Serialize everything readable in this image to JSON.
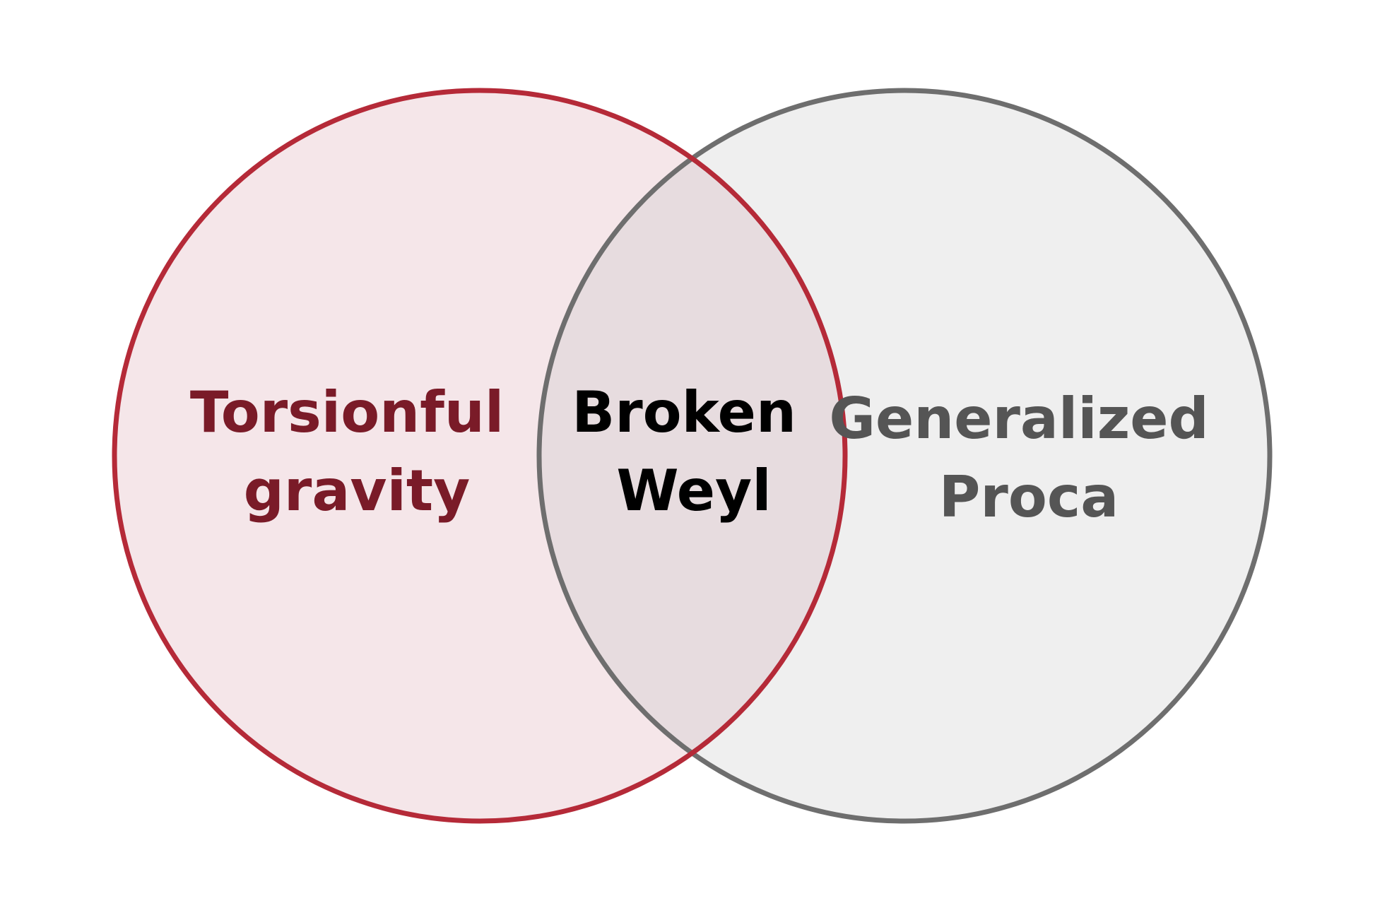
{
  "venn": {
    "left_set": {
      "label_line1": "Torsionful",
      "label_line2": "gravity",
      "stroke_color": "#b52a38",
      "fill_color": "#f5e6e9",
      "text_color": "#7a1b28"
    },
    "right_set": {
      "label_line1": "Generalized",
      "label_line2": "Proca",
      "stroke_color": "#6e6e6e",
      "fill_color": "#efefef",
      "text_color": "#555555"
    },
    "intersection": {
      "label_line1": "Broken",
      "label_line2": "Weyl",
      "fill_color": "#e7dcdf",
      "text_color": "#000000"
    }
  }
}
